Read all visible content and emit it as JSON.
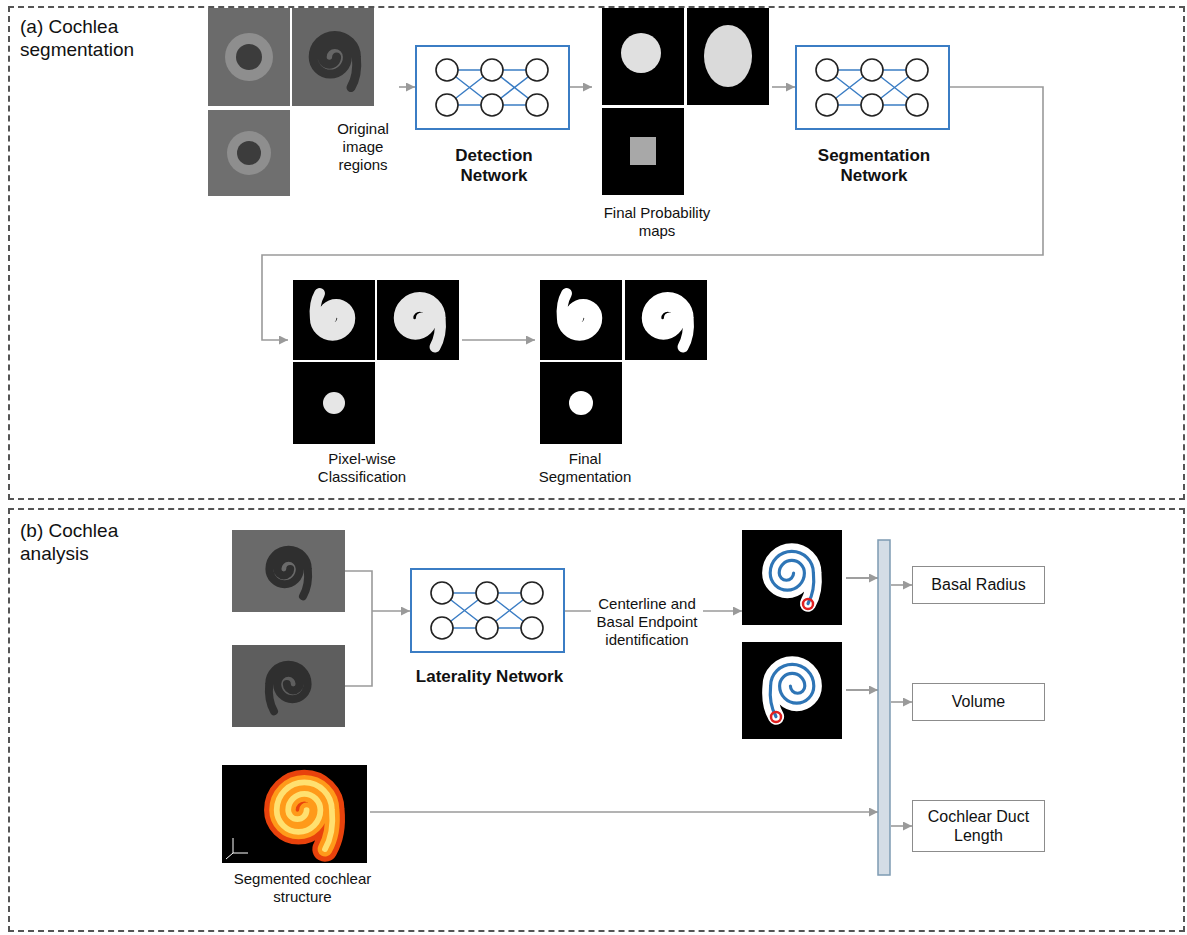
{
  "diagram": {
    "nodes": [
      {
        "text": [
          "(a) Cochlea segmentation"
        ]
      },
      {
        "text": [
          "Original image regions"
        ],
        "in": 0
      },
      {
        "text": [
          "Detection Network"
        ],
        "in": 0
      },
      {
        "text": [
          "Final Probability maps"
        ],
        "in": 0
      },
      {
        "text": [
          "Segmentation Network"
        ],
        "in": 0
      },
      {
        "text": [
          "Pixel-wise Classification"
        ],
        "in": 0
      },
      {
        "text": [
          "Final Segmentation"
        ],
        "in": 0
      },
      {
        "text": [
          "(b) Cochlea analysis"
        ]
      },
      {
        "text": [
          "Laterality Network"
        ],
        "in": 7
      },
      {
        "text": [
          "Segmented cochlear structure"
        ],
        "in": 7
      },
      {
        "text": [
          "Basal Radius"
        ],
        "in": 7
      },
      {
        "text": [
          "Volume"
        ],
        "in": 7
      },
      {
        "text": [
          "Cochlear Duct Length"
        ],
        "in": 7
      }
    ],
    "edges": [
      {
        "from": 1,
        "to": 2,
        "arrow": "to"
      },
      {
        "from": 2,
        "to": 3,
        "arrow": "to"
      },
      {
        "from": 3,
        "to": 4,
        "arrow": "to"
      },
      {
        "from": 4,
        "to": 5,
        "arrow": "to"
      },
      {
        "from": 5,
        "to": 6,
        "arrow": "to"
      }
    ],
    "labels": [
      "Centerline and Basal Endpoint identification"
    ]
  }
}
